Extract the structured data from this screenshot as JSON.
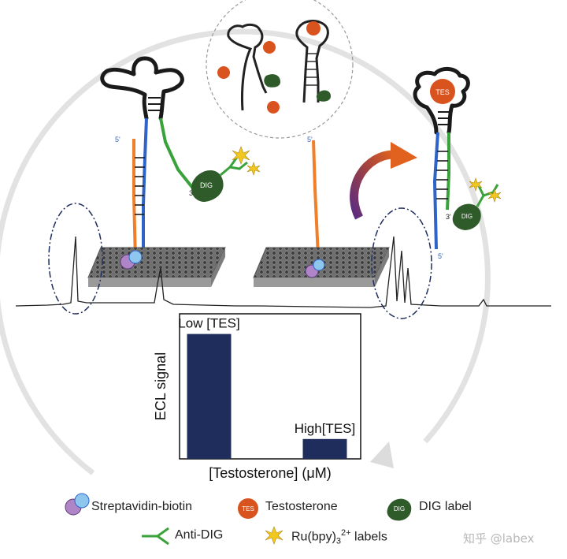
{
  "labels": {
    "dig": "DIG",
    "tes": "TES",
    "five_prime": "5'",
    "three_prime": "3'"
  },
  "chart": {
    "title": "",
    "xlabel": "[Testosterone] (μM)",
    "ylabel": "ECL signal"
  },
  "chart_data": {
    "type": "bar",
    "categories": [
      "Low [TES]",
      "High[TES]"
    ],
    "values": [
      0.88,
      0.14
    ],
    "ylim": [
      0,
      1
    ],
    "grid": false,
    "xlabel": "[Testosterone] (μM)",
    "ylabel": "ECL signal",
    "bar_color": "#1f2d5c"
  },
  "legend": {
    "streptavidin": "Streptavidin-biotin",
    "testosterone": "Testosterone",
    "dig_label": "DIG label",
    "anti_dig": "Anti-DIG",
    "ru_prefix": "Ru(bpy)",
    "ru_sub": "3",
    "ru_sup": "2+",
    "ru_suffix": " labels"
  },
  "watermark": "知乎 @labex",
  "colors": {
    "orange_strand": "#f07f2a",
    "blue_strand": "#2e64c8",
    "green_strand": "#3aa23a",
    "dig_green": "#2f5a2a",
    "tes_orange": "#d9531e",
    "bar_navy": "#1f2d5c",
    "arrow_orange": "#e0621e",
    "arrow_purple": "#5b2c82",
    "star_yellow": "#f2c81e"
  }
}
